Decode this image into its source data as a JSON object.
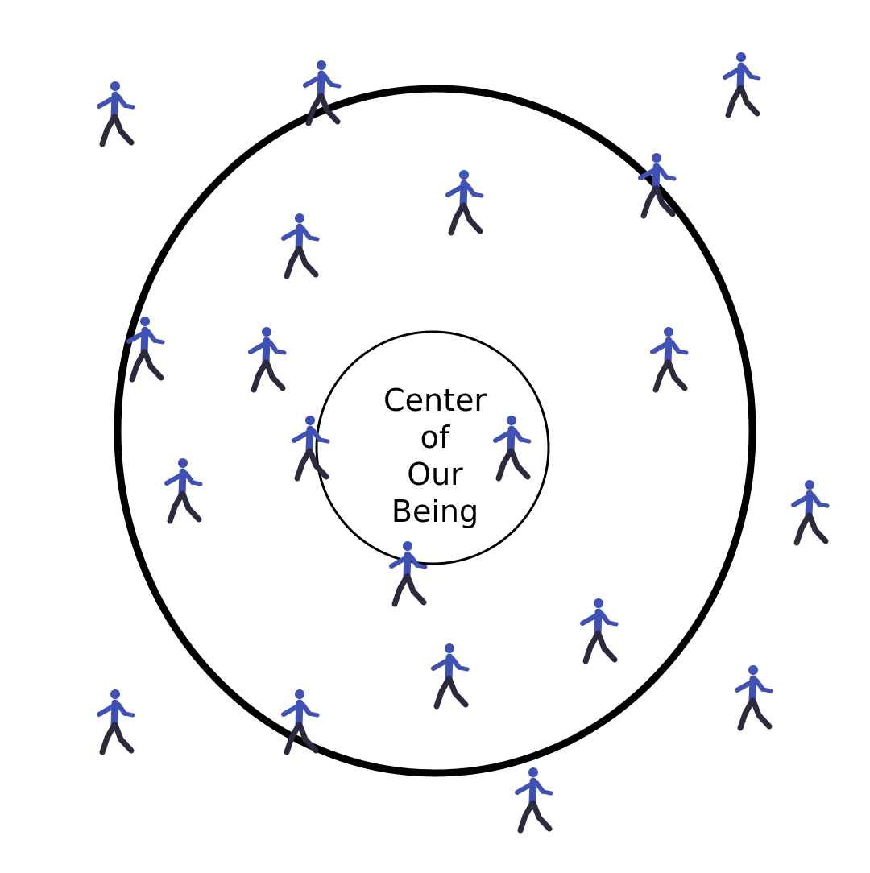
{
  "center_label": {
    "lines": [
      "Center",
      "of",
      "Our",
      "Being"
    ]
  },
  "icons": {
    "walker": "walking-person-icon"
  },
  "colors": {
    "background": "#ffffff",
    "circle_stroke": "#000000",
    "walker_body": "#3f51b5",
    "walker_legs": "#2b2b3d"
  }
}
